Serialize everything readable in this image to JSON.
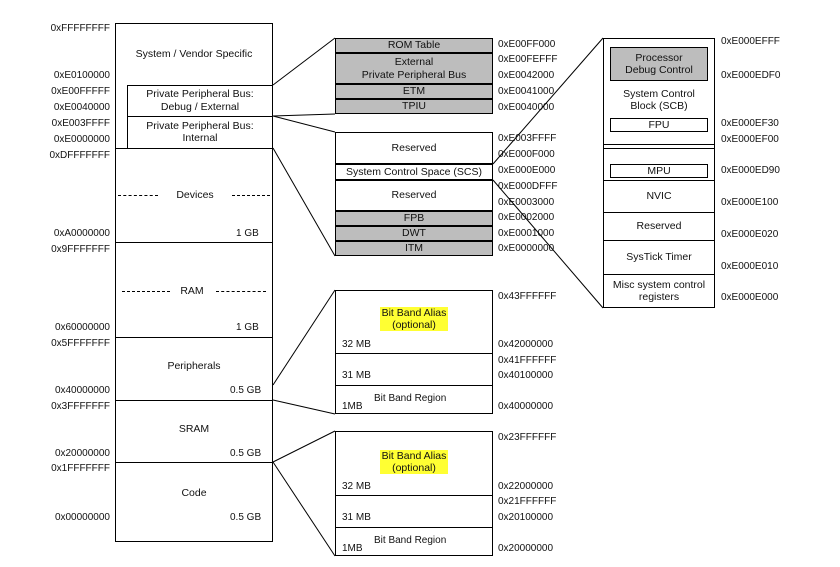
{
  "main_map": {
    "regions": [
      {
        "label": "System / Vendor Specific",
        "size": ""
      },
      {
        "label": "Private Peripheral Bus:\nDebug / External",
        "size": ""
      },
      {
        "label": "Private Peripheral Bus:\nInternal",
        "size": ""
      },
      {
        "label": "Devices",
        "size": "1 GB"
      },
      {
        "label": "RAM",
        "size": "1 GB"
      },
      {
        "label": "Peripherals",
        "size": "0.5 GB"
      },
      {
        "label": "SRAM",
        "size": "0.5 GB"
      },
      {
        "label": "Code",
        "size": "0.5 GB"
      }
    ],
    "addresses": [
      "0xFFFFFFFF",
      "0xE0100000",
      "0xE00FFFFF",
      "0xE0040000",
      "0xE003FFFF",
      "0xE0000000",
      "0xDFFFFFFF",
      "0xA0000000",
      "0x9FFFFFFF",
      "0x60000000",
      "0x5FFFFFFF",
      "0x40000000",
      "0x3FFFFFFF",
      "0x20000000",
      "0x1FFFFFFF",
      "0x00000000"
    ]
  },
  "ppb_external": {
    "rows": [
      "ROM Table",
      "External\nPrivate Peripheral Bus",
      "ETM",
      "TPIU"
    ],
    "addresses": [
      "0xE00FF000",
      "0xE00FEFFF",
      "0xE0042000",
      "0xE0041000",
      "0xE0040000"
    ]
  },
  "ppb_internal": {
    "rows": [
      "Reserved",
      "System Control Space (SCS)",
      "Reserved",
      "FPB",
      "DWT",
      "ITM"
    ],
    "addresses": [
      "0xE003FFFF",
      "0xE000F000",
      "0xE000E000",
      "0xE000DFFF",
      "0xE0003000",
      "0xE0002000",
      "0xE0001000",
      "0xE0000000"
    ]
  },
  "scs": {
    "rows": [
      "Processor\nDebug Control",
      "System Control\nBlock (SCB)",
      "FPU",
      "MPU",
      "NVIC",
      "Reserved",
      "SysTick Timer",
      "Misc system control\nregisters"
    ],
    "addresses": [
      "0xE000EFFF",
      "0xE000EDF0",
      "0xE000EF30",
      "0xE000EF00",
      "0xE000ED90",
      "0xE000E100",
      "0xE000E020",
      "0xE000E010",
      "0xE000E000"
    ]
  },
  "bitband_peripheral": {
    "alias_label": "Bit Band Alias\n(optional)",
    "size_32": "32 MB",
    "size_31": "31 MB",
    "size_1": "1MB",
    "region_label": "Bit Band Region",
    "addresses": [
      "0x43FFFFFF",
      "0x42000000",
      "0x41FFFFFF",
      "0x40100000",
      "0x40000000"
    ]
  },
  "bitband_sram": {
    "alias_label": "Bit Band Alias\n(optional)",
    "size_32": "32 MB",
    "size_31": "31 MB",
    "size_1": "1MB",
    "region_label": "Bit Band Region",
    "addresses": [
      "0x23FFFFFF",
      "0x22000000",
      "0x21FFFFFF",
      "0x20100000",
      "0x20000000"
    ]
  },
  "colors": {
    "highlight": "#ffff33",
    "shaded": "#bdbdbd"
  }
}
